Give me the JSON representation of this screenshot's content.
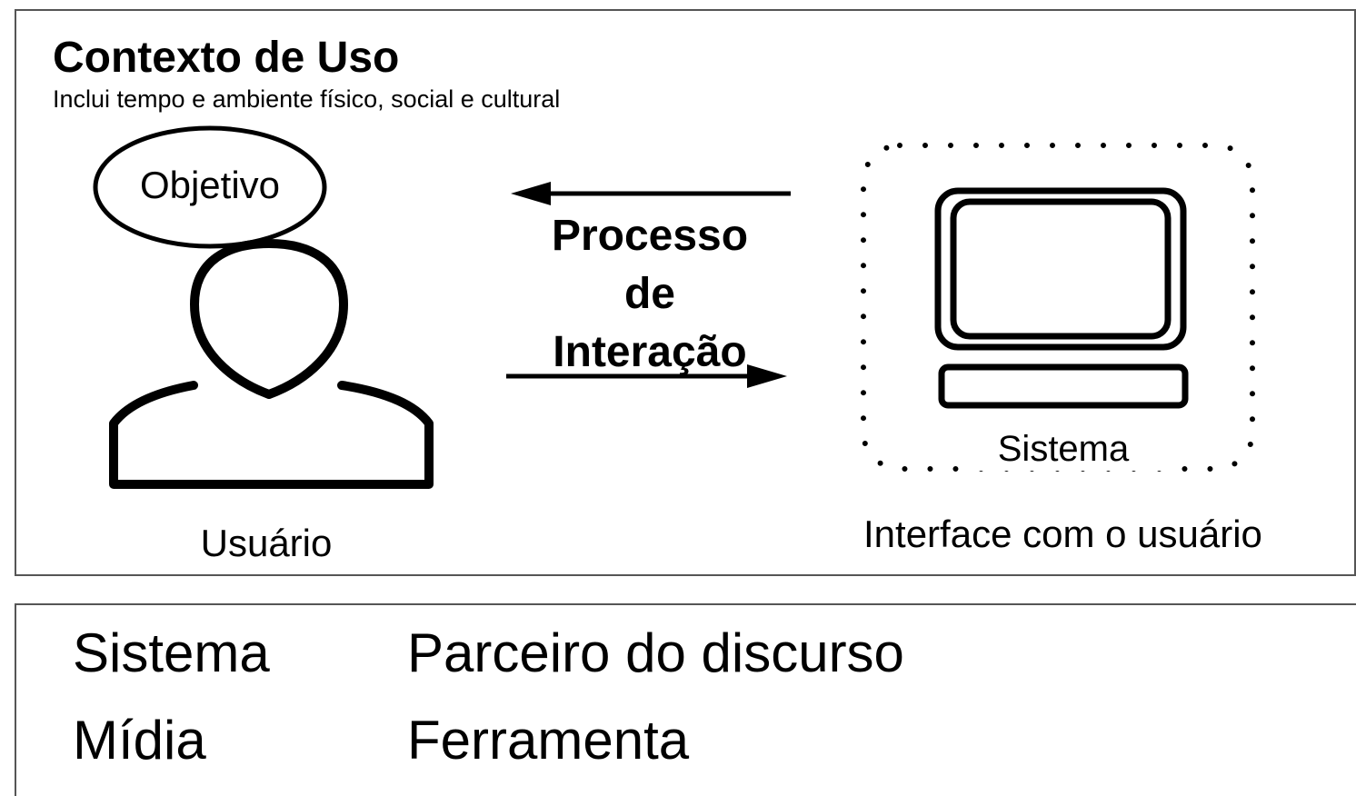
{
  "diagram": {
    "title": "Contexto de Uso",
    "subtitle": "Inclui tempo e ambiente físico, social e cultural",
    "goal": "Objetivo",
    "user": "Usuário",
    "process": {
      "line1": "Processo",
      "line2": "de",
      "line3": "Interação"
    },
    "system": "Sistema",
    "interface": "Interface com o usuário",
    "icons": [
      "person-icon",
      "computer-monitor-icon",
      "arrow-left-icon",
      "arrow-right-icon"
    ]
  },
  "table": {
    "rows": [
      {
        "left": "Sistema",
        "right": "Parceiro do discurso"
      },
      {
        "left": "Mídia",
        "right": "Ferramenta"
      }
    ]
  }
}
